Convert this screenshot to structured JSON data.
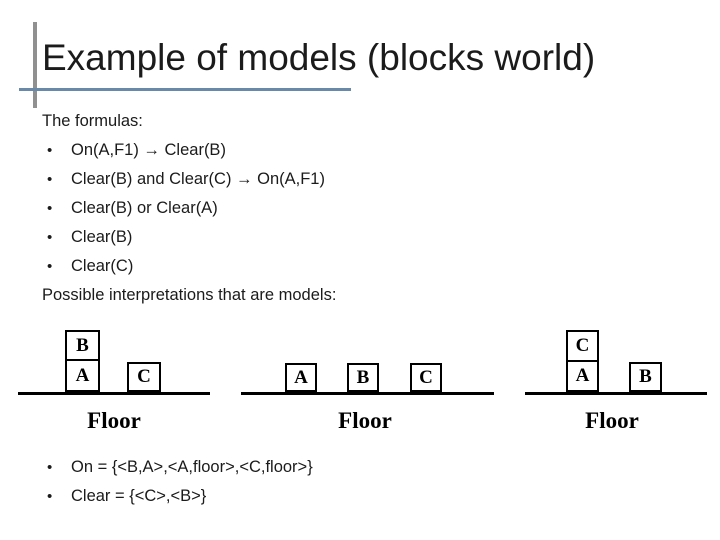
{
  "slide": {
    "title": "Example of models (blocks world)",
    "bullet_char": "•",
    "intro": "The formulas:",
    "formulas": [
      "On(A,F1) → Clear(B)",
      "Clear(B) and Clear(C) → On(A,F1)",
      "Clear(B) or Clear(A)",
      "Clear(B)",
      "Clear(C)"
    ],
    "interpretations_heading": "Possible interpretations that are models:",
    "diagrams": [
      {
        "label": "Floor",
        "letters": [
          "B",
          "A",
          "C"
        ]
      },
      {
        "label": "Floor",
        "letters": [
          "A",
          "B",
          "C"
        ]
      },
      {
        "label": "Floor",
        "letters": [
          "C",
          "A",
          "B"
        ]
      }
    ],
    "results": [
      "On = {<B,A>,<A,floor>,<C,floor>}",
      "Clear = {<C>,<B>}"
    ],
    "colors": {
      "accent_line": "#6989a9",
      "accent_bar": "#909090",
      "text": "#1b1b1b",
      "diagram": "#000000"
    }
  }
}
